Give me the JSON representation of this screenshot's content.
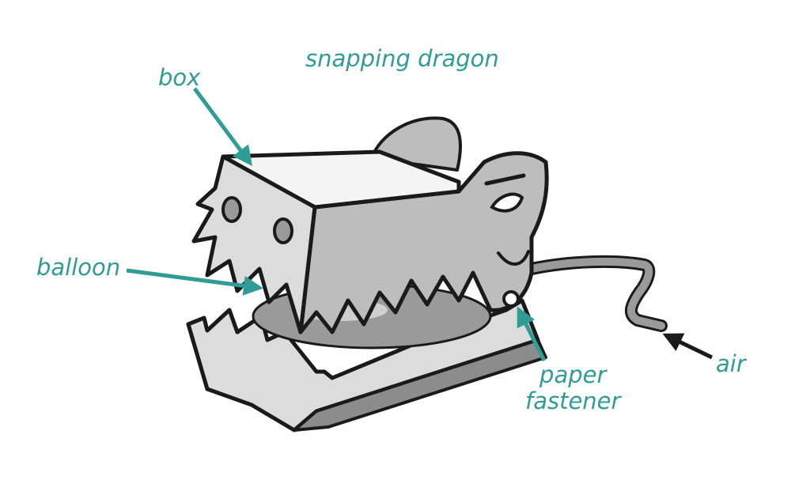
{
  "title": "snapping dragon",
  "labels": {
    "box": "box",
    "balloon": "balloon",
    "paper_line1": "paper",
    "paper_line2": "fastener",
    "air": "air"
  },
  "colors": {
    "label": "#2f9c96",
    "arrow_teal": "#2f9c96",
    "arrow_air": "#1a1a1a",
    "outline": "#1a1a1a",
    "box_light": "#dcdcdc",
    "box_top": "#f4f4f4",
    "box_mid": "#bdbdbd",
    "box_dark": "#8c8c8c",
    "balloon": "#9a9a9a"
  }
}
